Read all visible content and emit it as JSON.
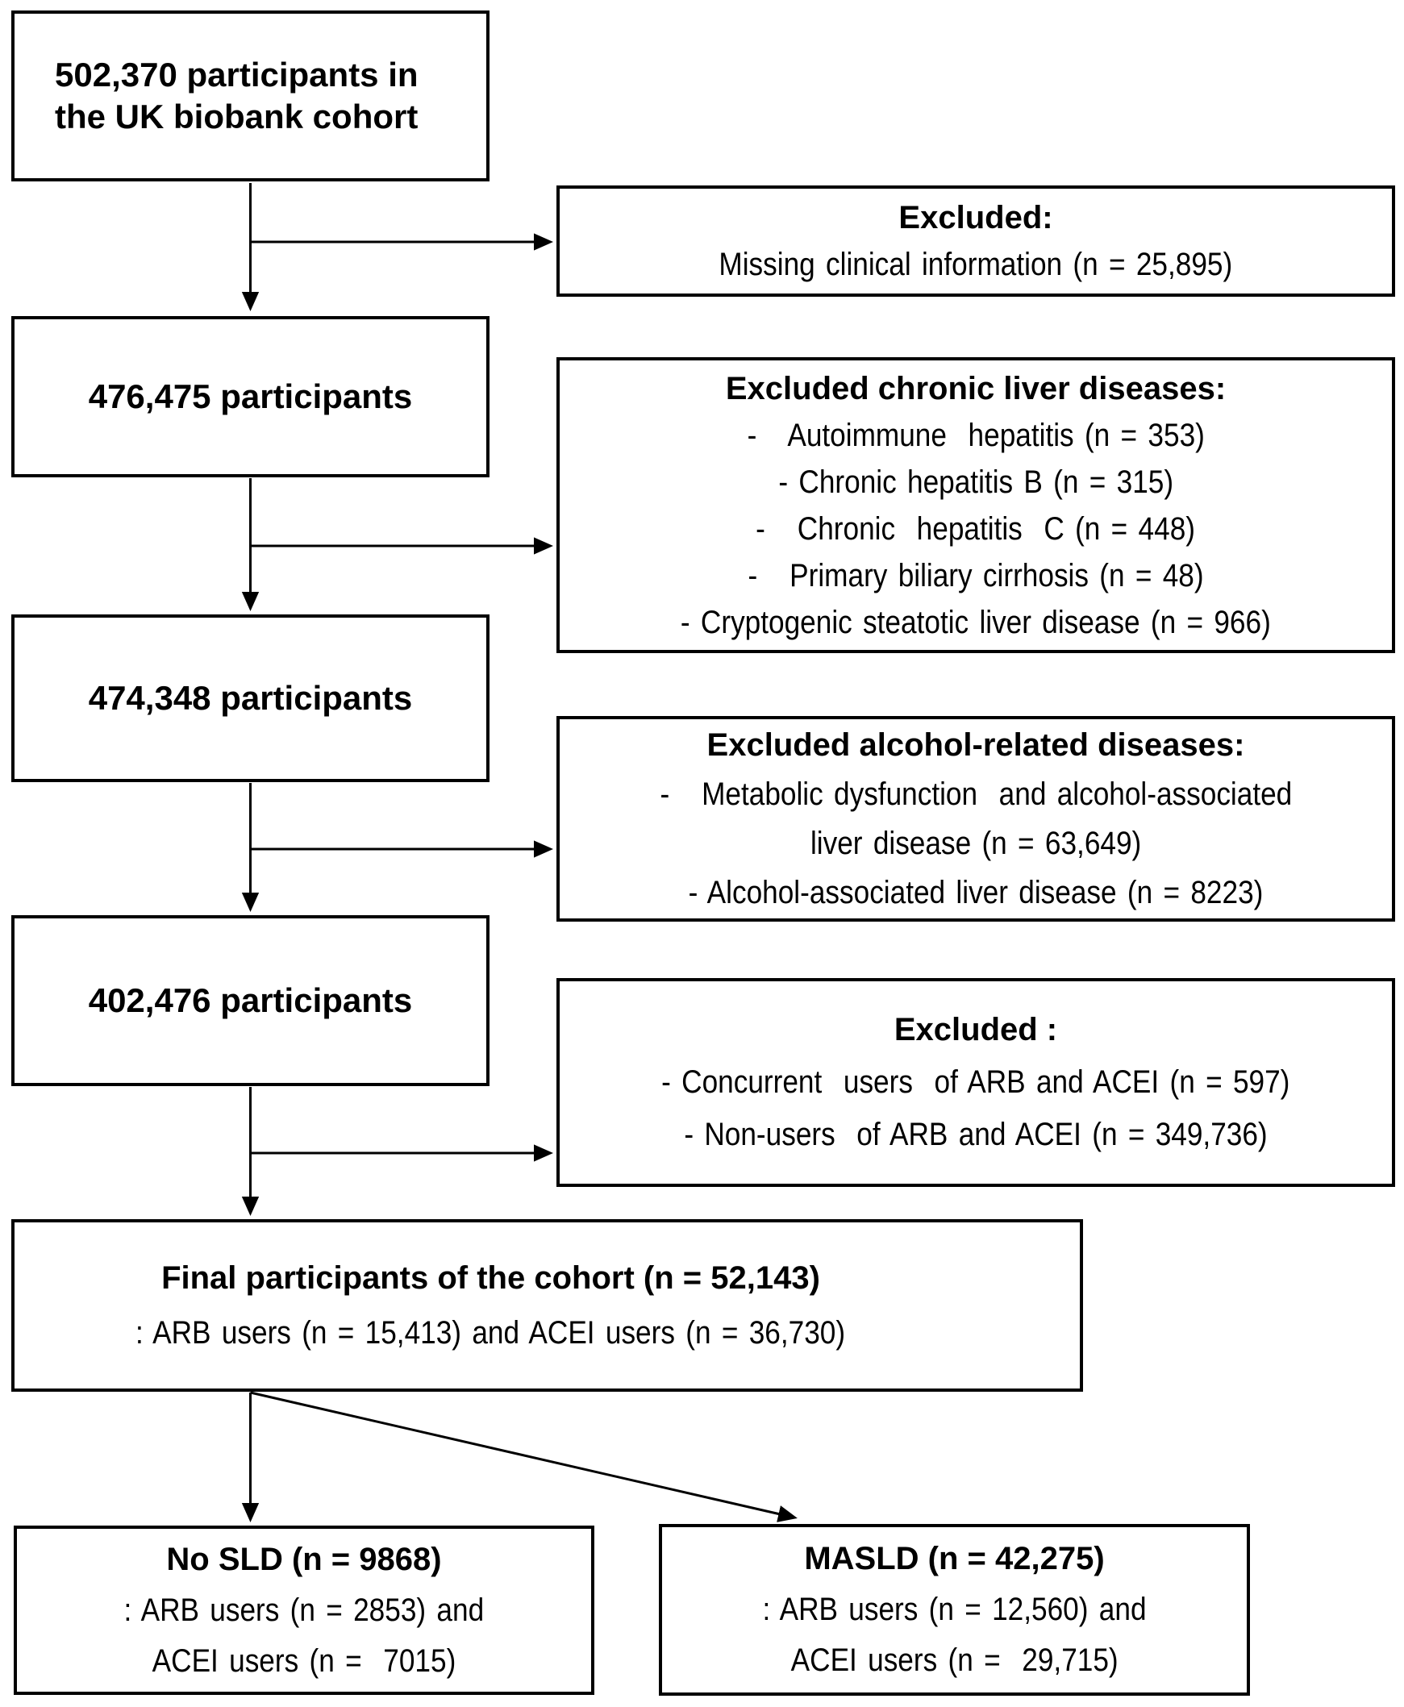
{
  "colors": {
    "ink": "#000000",
    "background": "#ffffff"
  },
  "flow_boxes": {
    "cohort": {
      "lines": [
        "502,370 participants in",
        "the UK biobank cohort"
      ]
    },
    "after_missing": {
      "label": "476,475 participants"
    },
    "after_chronic": {
      "label": "474,348 participants"
    },
    "after_alcohol": {
      "label": "402,476 participants"
    },
    "final": {
      "title": "Final participants of the cohort (n = 52,143)",
      "subtitle": ": ARB users (n = 15,413) and ACEI users (n = 36,730)"
    },
    "no_sld": {
      "title": "No SLD (n = 9868)",
      "lines": [
        ": ARB users (n = 2853) and",
        "ACEI users (n =  7015)"
      ]
    },
    "masld": {
      "title": "MASLD (n = 42,275)",
      "lines": [
        ": ARB users (n = 12,560) and",
        "ACEI users (n =  29,715)"
      ]
    }
  },
  "exclusion_boxes": {
    "missing_info": {
      "title": "Excluded:",
      "items": [
        "Missing clinical information (n = 25,895)"
      ]
    },
    "chronic_liver": {
      "title": "Excluded chronic liver diseases:",
      "items": [
        "-   Autoimmune  hepatitis (n = 353)",
        "- Chronic hepatitis B (n = 315)",
        "-   Chronic  hepatitis  C (n = 448)",
        "-   Primary biliary cirrhosis (n = 48)",
        "- Cryptogenic steatotic liver disease (n = 966)"
      ]
    },
    "alcohol_related": {
      "title": "Excluded alcohol-related diseases:",
      "items": [
        "-   Metabolic dysfunction  and alcohol-associated",
        "liver disease (n = 63,649)",
        "- Alcohol-associated liver disease (n = 8223)"
      ]
    },
    "arb_acei": {
      "title": "Excluded :",
      "items": [
        "- Concurrent  users  of ARB and ACEI (n = 597)",
        "- Non-users  of ARB and ACEI (n = 349,736)"
      ]
    }
  }
}
